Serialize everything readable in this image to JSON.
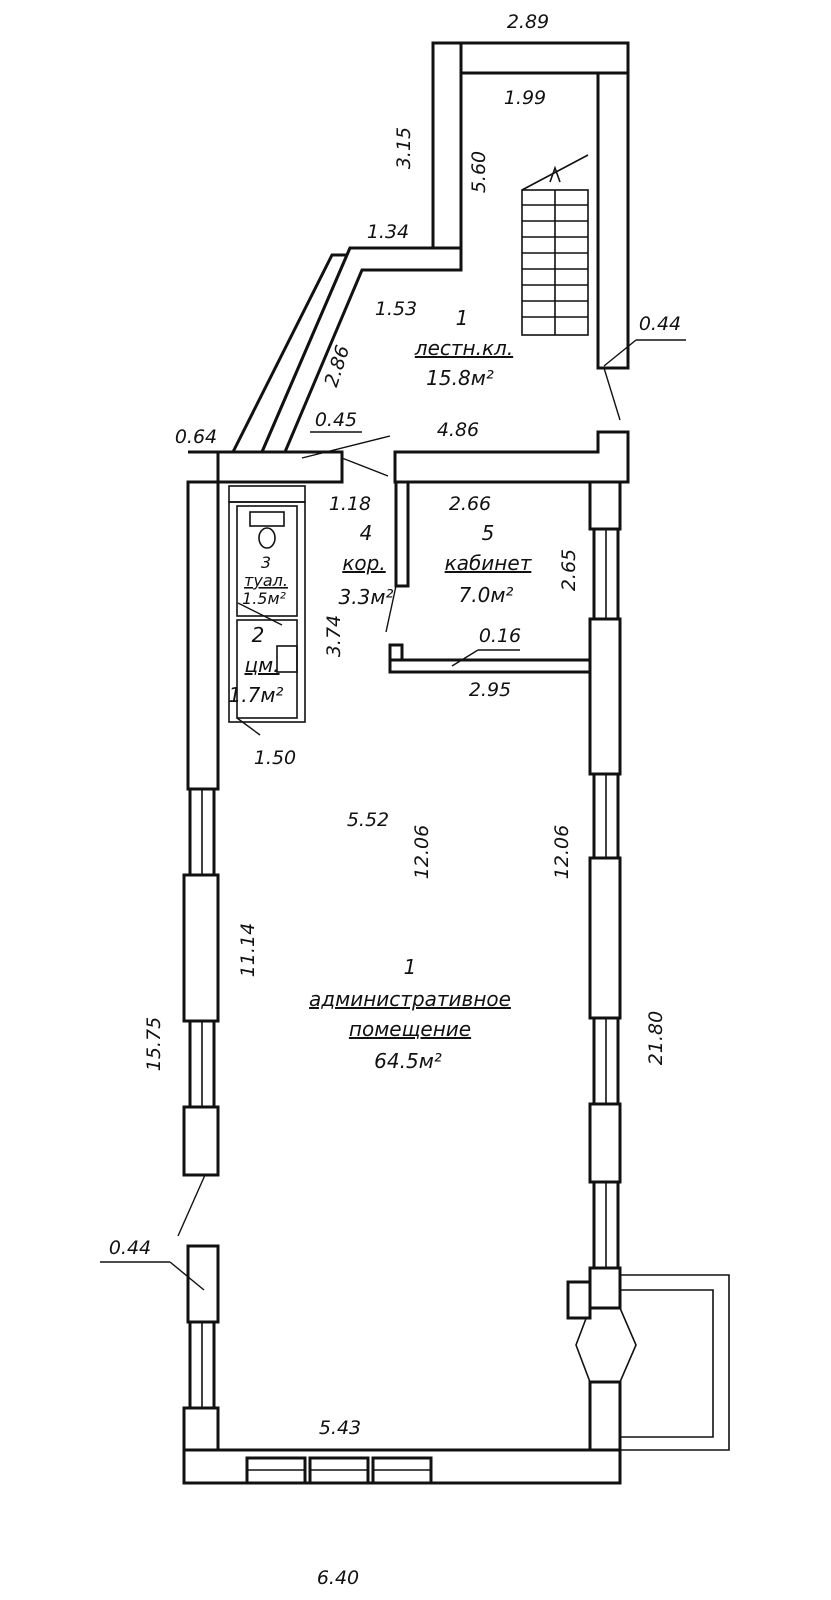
{
  "dimensions": {
    "top_width": "2.89",
    "stair_inner_width": "1.99",
    "upper_left_wall": "3.15",
    "stair_inner_length": "5.60",
    "diag_upper": "1.34",
    "diag_inner": "1.53",
    "diag_lower": "2.86",
    "stair_wall": "0.44",
    "left_corner": "0.64",
    "partition_thickness": "0.45",
    "hall_width": "4.86",
    "corridor_width": "1.18",
    "office_width": "2.66",
    "office_depth": "2.65",
    "toilet_block_length": "3.74",
    "office_partition": "0.16",
    "office_bottom": "2.95",
    "wc_width": "1.50",
    "main_width_inner": "5.52",
    "main_length_mid": "12.06",
    "main_length_right": "12.06",
    "main_left_wall": "11.14",
    "left_total": "15.75",
    "right_total": "21.80",
    "lower_left_wall": "0.44",
    "bottom_inner": "5.43",
    "bottom_outer": "6.40"
  },
  "rooms": [
    {
      "number": "1",
      "name": "лестн.кл.",
      "area": "15.8м²"
    },
    {
      "number": "2",
      "name": "цм.",
      "area": "1.7м²"
    },
    {
      "number": "3",
      "name": "туал.",
      "area": "1.5м²"
    },
    {
      "number": "4",
      "name": "кор.",
      "area": "3.3м²"
    },
    {
      "number": "5",
      "name": "кабинет",
      "area": "7.0м²"
    },
    {
      "number": "1",
      "name_line1": "административное",
      "name_line2": "помещение",
      "area": "64.5м²"
    }
  ]
}
